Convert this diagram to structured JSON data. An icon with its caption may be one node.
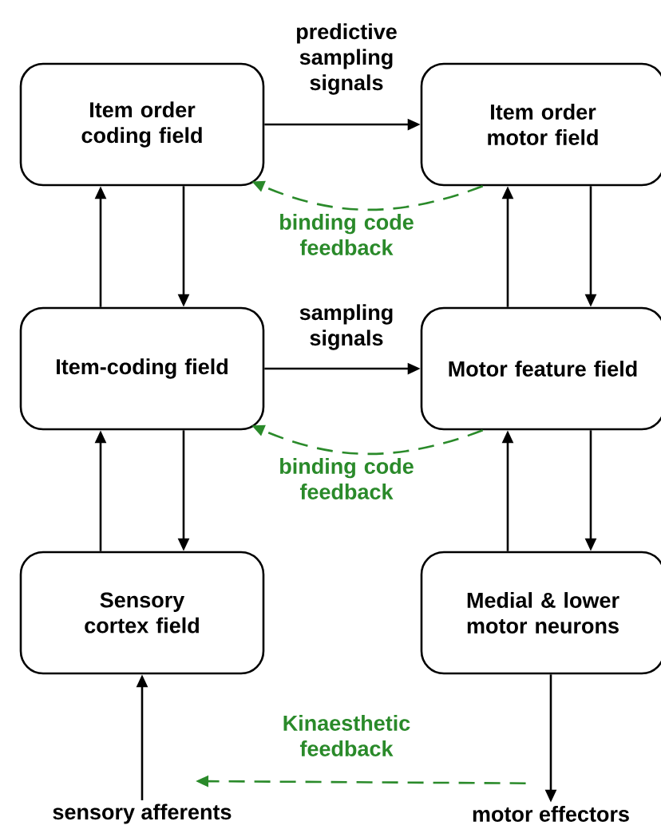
{
  "diagram": {
    "nodes": [
      {
        "text": [
          "Item order coding field"
        ]
      },
      {
        "text": [
          "Item order motor field"
        ]
      },
      {
        "text": [
          "Item-coding field"
        ]
      },
      {
        "text": [
          "Motor feature field"
        ]
      },
      {
        "text": [
          "Sensory cortex field"
        ]
      },
      {
        "text": [
          "Medial & lower motor neurons"
        ]
      },
      {
        "text": [
          "sensory afferents"
        ]
      },
      {
        "text": [
          "motor effectors"
        ]
      }
    ],
    "edges": [
      {
        "from": 0,
        "to": 1,
        "arrow": "to",
        "label": "predictive sampling signals"
      },
      {
        "from": 1,
        "to": 0,
        "arrow": "to",
        "label": "binding code feedback",
        "style": "dashed",
        "color": "#2a8a2a"
      },
      {
        "from": 0,
        "to": 2,
        "arrow": "to"
      },
      {
        "from": 2,
        "to": 0,
        "arrow": "to"
      },
      {
        "from": 2,
        "to": 3,
        "arrow": "to",
        "label": "sampling signals"
      },
      {
        "from": 3,
        "to": 2,
        "arrow": "to",
        "label": "binding code feedback",
        "style": "dashed",
        "color": "#2a8a2a"
      },
      {
        "from": 2,
        "to": 4,
        "arrow": "to"
      },
      {
        "from": 4,
        "to": 2,
        "arrow": "to"
      },
      {
        "from": 3,
        "to": 1,
        "arrow": "to"
      },
      {
        "from": 1,
        "to": 3,
        "arrow": "to"
      },
      {
        "from": 3,
        "to": 5,
        "arrow": "to"
      },
      {
        "from": 5,
        "to": 3,
        "arrow": "to"
      },
      {
        "from": 6,
        "to": 4,
        "arrow": "to"
      },
      {
        "from": 5,
        "to": 7,
        "arrow": "to"
      },
      {
        "from": 7,
        "to": 6,
        "arrow": "to",
        "label": "Kinaesthetic feedback",
        "style": "dashed",
        "color": "#2a8a2a"
      }
    ]
  }
}
